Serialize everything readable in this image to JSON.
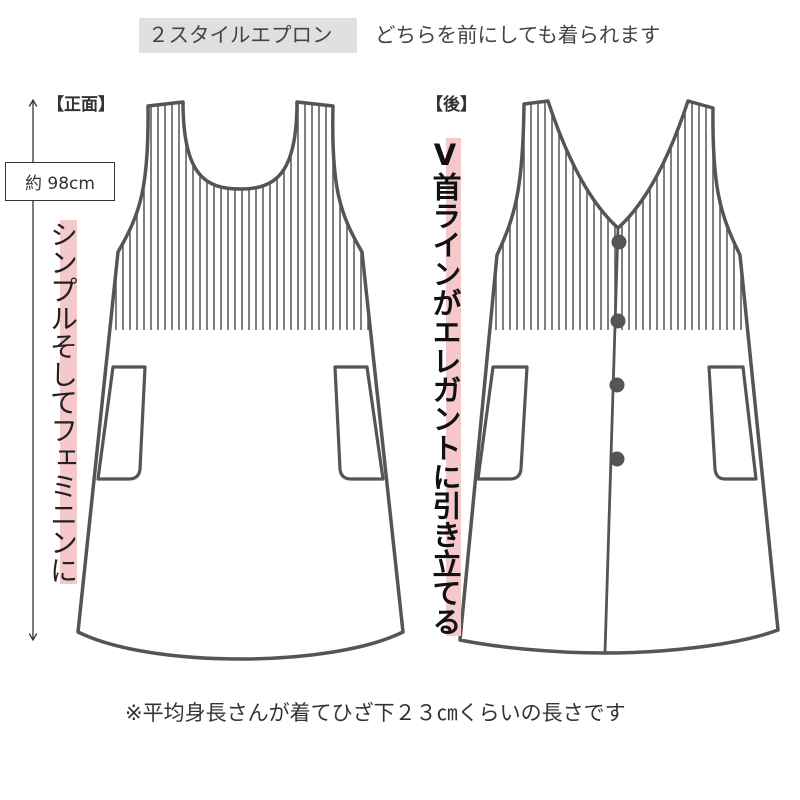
{
  "header": {
    "title": "２スタイルエプロン",
    "subtitle": "どちらを前にしても着られます"
  },
  "front": {
    "label": "【正面】",
    "length": "約 98cm",
    "caption": "シンプルそしてフェミニンに"
  },
  "back": {
    "label": "【後】",
    "caption": "V首ラインがエレガントに引き立てる"
  },
  "footnote": "※平均身長さんが着てひざ下２３㎝くらいの長さです",
  "colors": {
    "outline": "#555555",
    "text": "#333333",
    "highlight": "#f5c8cc",
    "title_bg": "#e0e0e0",
    "button": "#555555"
  }
}
